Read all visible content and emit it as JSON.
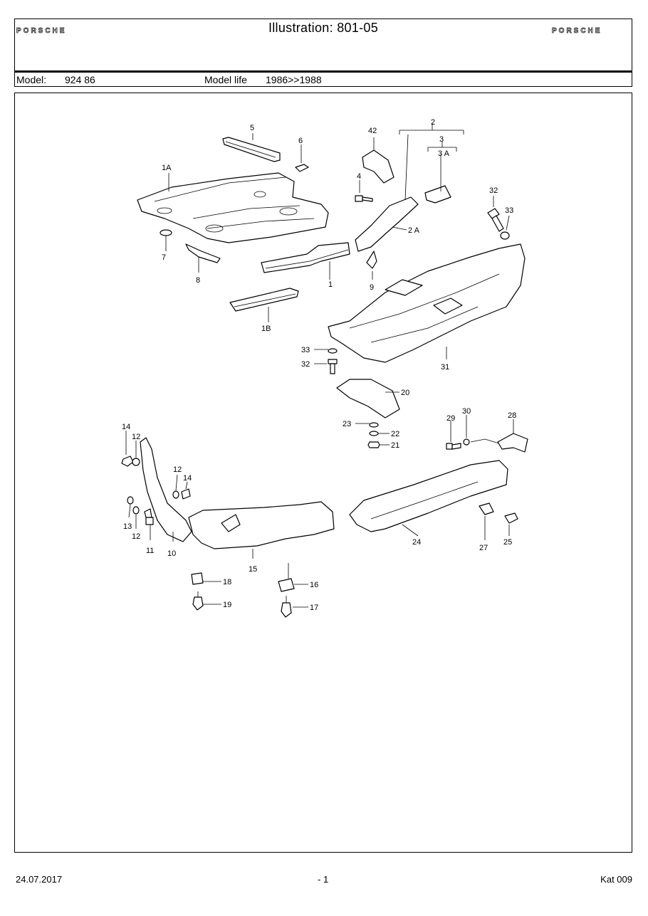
{
  "header": {
    "brand_left": "PORSCHE",
    "brand_right": "PORSCHE",
    "title": "Illustration: 801-05",
    "model_label": "Model:",
    "model_value": "924 86",
    "model_life_label": "Model life",
    "model_life_value": "1986>>1988"
  },
  "diagram": {
    "callouts": [
      "1",
      "1A",
      "1B",
      "2",
      "2 A",
      "3",
      "3 A",
      "4",
      "5",
      "6",
      "7",
      "8",
      "9",
      "10",
      "11",
      "12",
      "12",
      "12",
      "13",
      "14",
      "14",
      "15",
      "16",
      "17",
      "18",
      "19",
      "20",
      "21",
      "22",
      "23",
      "24",
      "25",
      "27",
      "28",
      "29",
      "30",
      "31",
      "32",
      "32",
      "33",
      "33",
      "42"
    ]
  },
  "footer": {
    "date": "24.07.2017",
    "page": "- 1",
    "catalog": "Kat 009"
  }
}
